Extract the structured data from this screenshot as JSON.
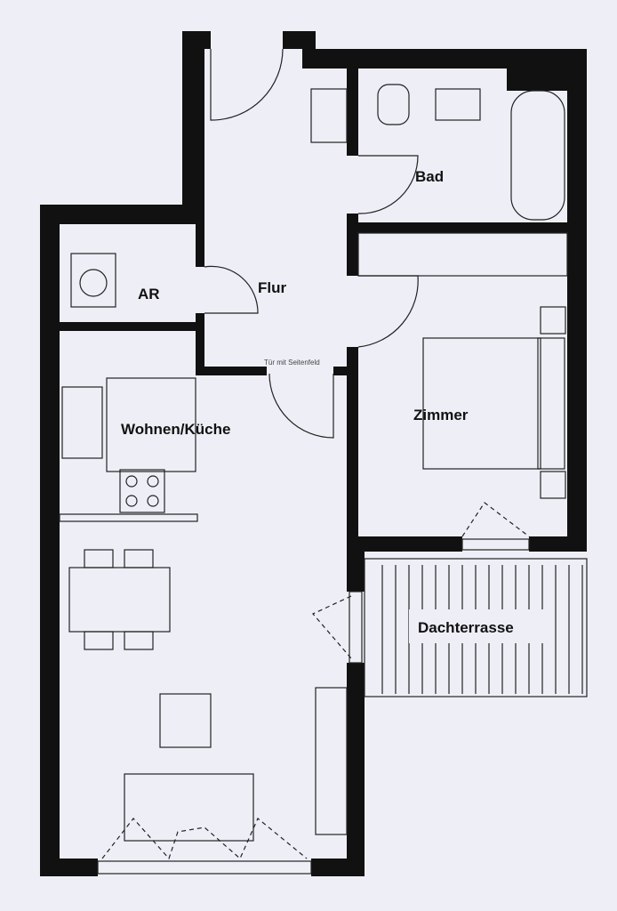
{
  "rooms": {
    "bad": "Bad",
    "ar": "AR",
    "flur": "Flur",
    "zimmer": "Zimmer",
    "wohnen": "Wohnen/Küche",
    "terrasse": "Dachterrasse"
  },
  "annotations": {
    "door_note": "Tür mit Seitenfeld"
  },
  "colors": {
    "wall": "#111111",
    "background": "#eeeff6"
  }
}
